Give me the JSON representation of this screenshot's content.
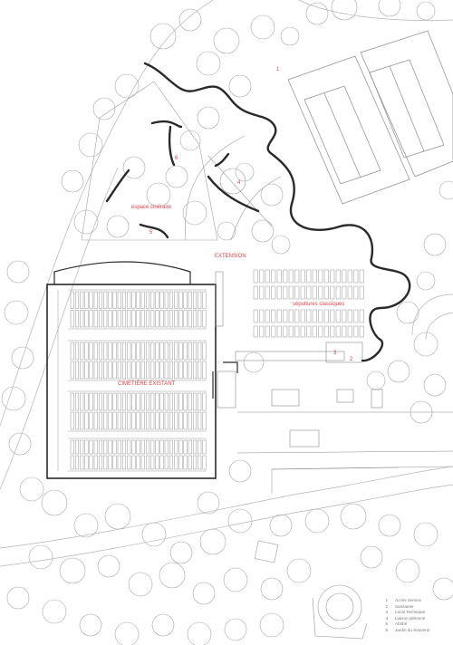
{
  "labels": {
    "espace_cineraire": "espace cinéraire",
    "extension": "EXTENSION",
    "sepultures": "sépultures classiques",
    "cimetiere": "CIMETIÈRE EXISTANT"
  },
  "numbers": [
    "1",
    "2",
    "3",
    "4",
    "5",
    "6"
  ],
  "legend": [
    {
      "num": "1",
      "text": "Accès Service"
    },
    {
      "num": "2",
      "text": "Sanitaires"
    },
    {
      "num": "3",
      "text": "Local Technique"
    },
    {
      "num": "4",
      "text": "Liaison piétonne"
    },
    {
      "num": "5",
      "text": "Abribé"
    },
    {
      "num": "6",
      "text": "Jardin du Souvenir"
    }
  ],
  "colors": {
    "line": "#9a9a9a",
    "wall": "#2a2a2a",
    "label": "#e0414a"
  }
}
